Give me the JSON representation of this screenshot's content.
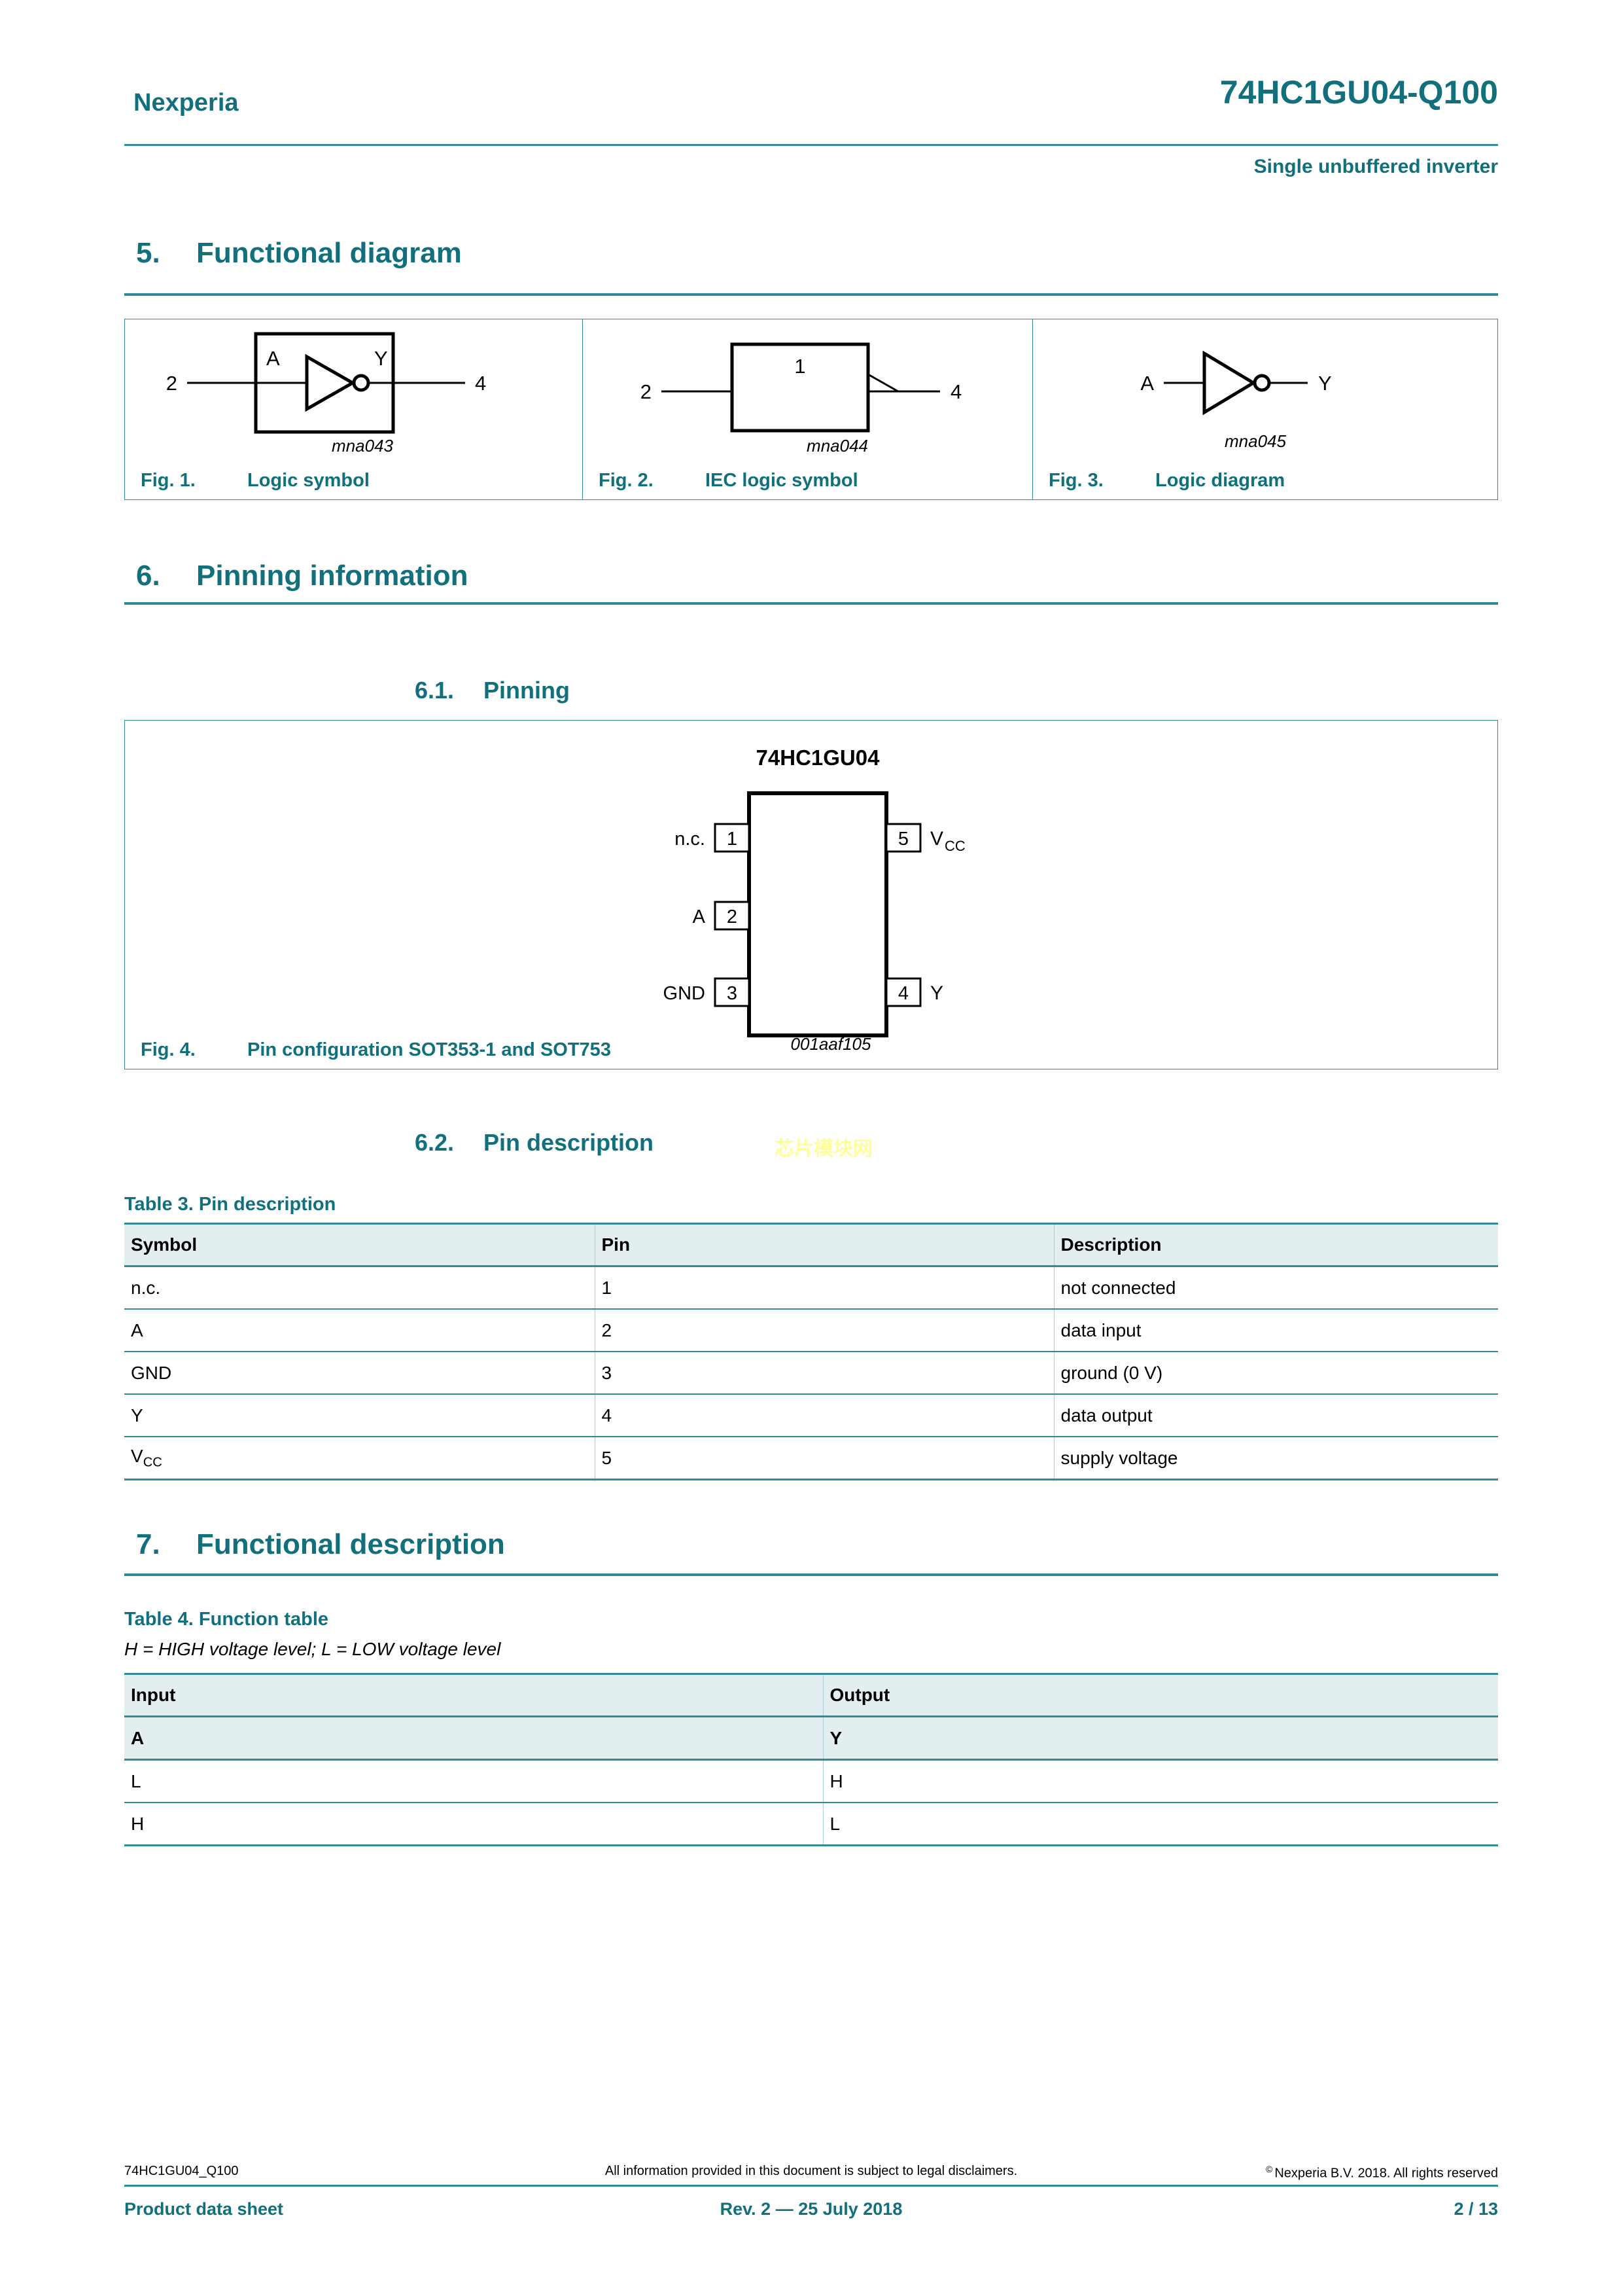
{
  "colors": {
    "accent_teal": "#11707c",
    "table_border_teal": "#2f8b96",
    "table_header_bg": "#e2eef0",
    "watermark_yellow": "#ffff99"
  },
  "header": {
    "brand": "Nexperia",
    "part_number": "74HC1GU04-Q100",
    "subtitle": "Single unbuffered inverter"
  },
  "sections": {
    "s5": {
      "number": "5.",
      "title": "Functional diagram"
    },
    "s6": {
      "number": "6.",
      "title": "Pinning information"
    },
    "s61": {
      "number": "6.1.",
      "title": "Pinning"
    },
    "s62": {
      "number": "6.2.",
      "title": "Pin description"
    },
    "s7": {
      "number": "7.",
      "title": "Functional description"
    }
  },
  "figures": {
    "fig1": {
      "label": "Fig. 1.",
      "caption": "Logic symbol",
      "ref": "mna043",
      "input_pin": "2",
      "output_pin": "4",
      "input_name": "A",
      "output_name": "Y"
    },
    "fig2": {
      "label": "Fig. 2.",
      "caption": "IEC logic symbol",
      "ref": "mna044",
      "input_pin": "2",
      "output_pin": "4",
      "gate_label": "1"
    },
    "fig3": {
      "label": "Fig. 3.",
      "caption": "Logic diagram",
      "ref": "mna045",
      "input_name": "A",
      "output_name": "Y"
    },
    "fig4": {
      "label": "Fig. 4.",
      "caption": "Pin configuration SOT353-1 and SOT753",
      "ref": "001aaf105",
      "chip_title": "74HC1GU04",
      "left_pins": [
        {
          "name": "n.c.",
          "number": "1"
        },
        {
          "name": "A",
          "number": "2"
        },
        {
          "name": "GND",
          "number": "3"
        }
      ],
      "right_pins": [
        {
          "number": "5",
          "name_main": "V",
          "name_sub": "CC"
        },
        {
          "number": "4",
          "name_main": "Y",
          "name_sub": ""
        }
      ]
    }
  },
  "watermark": {
    "text": "芯片模块网"
  },
  "tables": {
    "pin_description": {
      "title": "Table 3. Pin description",
      "headers": [
        "Symbol",
        "Pin",
        "Description"
      ],
      "rows": [
        {
          "symbol": "n.c.",
          "symbol_sub": "",
          "pin": "1",
          "description": "not connected"
        },
        {
          "symbol": "A",
          "symbol_sub": "",
          "pin": "2",
          "description": "data input"
        },
        {
          "symbol": "GND",
          "symbol_sub": "",
          "pin": "3",
          "description": "ground (0 V)"
        },
        {
          "symbol": "Y",
          "symbol_sub": "",
          "pin": "4",
          "description": "data output"
        },
        {
          "symbol": "V",
          "symbol_sub": "CC",
          "pin": "5",
          "description": "supply voltage"
        }
      ]
    },
    "function_table": {
      "title": "Table 4. Function table",
      "note": "H = HIGH voltage level; L = LOW voltage level",
      "headers": [
        "Input",
        "Output"
      ],
      "subheaders": [
        "A",
        "Y"
      ],
      "rows": [
        [
          "L",
          "H"
        ],
        [
          "H",
          "L"
        ]
      ]
    }
  },
  "footer": {
    "doc_id": "74HC1GU04_Q100",
    "disclaimer": "All information provided in this document is subject to legal disclaimers.",
    "copyright_symbol": "©",
    "copyright_text": "Nexperia B.V. 2018. All rights reserved",
    "doc_type": "Product data sheet",
    "revision": "Rev. 2 — 25 July 2018",
    "page_indicator": "2 / 13"
  }
}
